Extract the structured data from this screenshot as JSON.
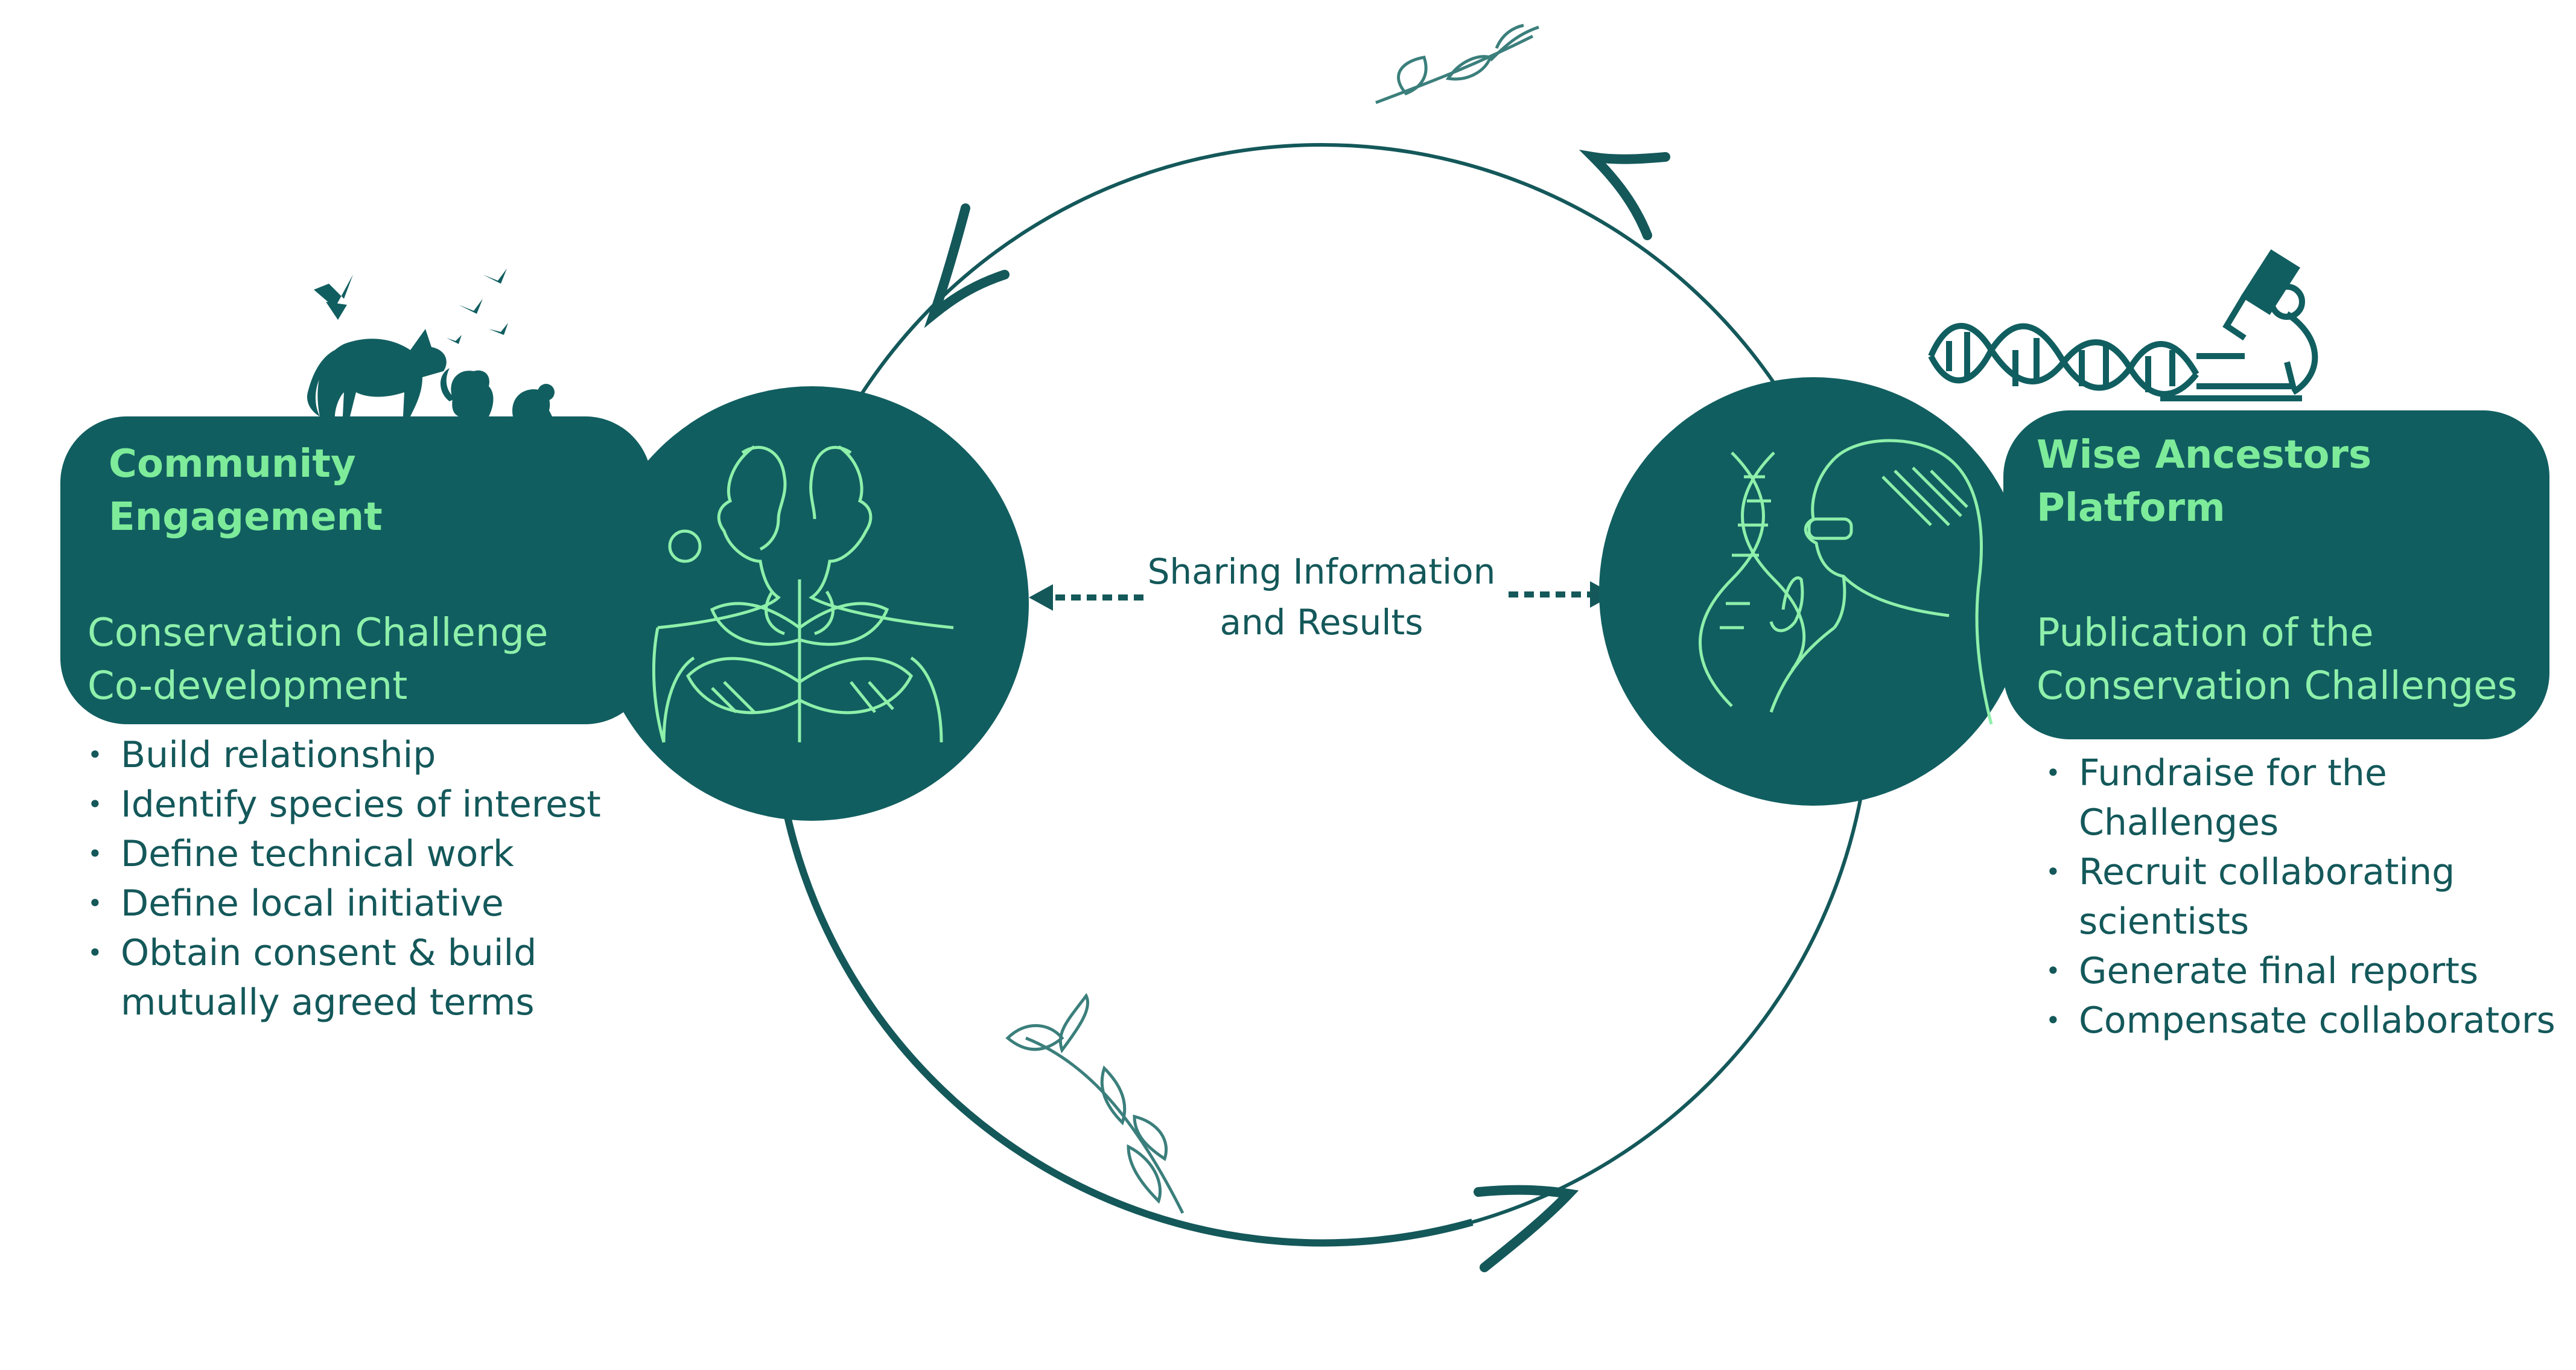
{
  "colors": {
    "dark_teal": "#115e60",
    "light_green": "#7deb9a",
    "text_teal": "#14585a",
    "line_art": "#8ef0aa"
  },
  "center": {
    "label": "Sharing Information\nand Results"
  },
  "left": {
    "title": "Community\nEngagement",
    "subtitle": "Conservation Challenge\nCo-development",
    "bullets": [
      "Build relationship",
      "Identify species of interest",
      "Define technical work",
      "Define local initiative",
      "Obtain consent & build\nmutually agreed terms"
    ]
  },
  "right": {
    "title": "Wise Ancestors\nPlatform",
    "subtitle": "Publication of the\nConservation Challenges",
    "bullets": [
      "Fundraise for the\nChallenges",
      "Recruit collaborating\nscientists",
      "Generate final reports",
      "Compensate collaborators"
    ]
  },
  "icons": {
    "left_circle": "two-faces-plant-icon",
    "right_circle": "scientist-dna-icon",
    "animals": "wildlife-silhouette-icon",
    "lab": "dna-microscope-icon",
    "branches": "leaf-branch-icon"
  }
}
